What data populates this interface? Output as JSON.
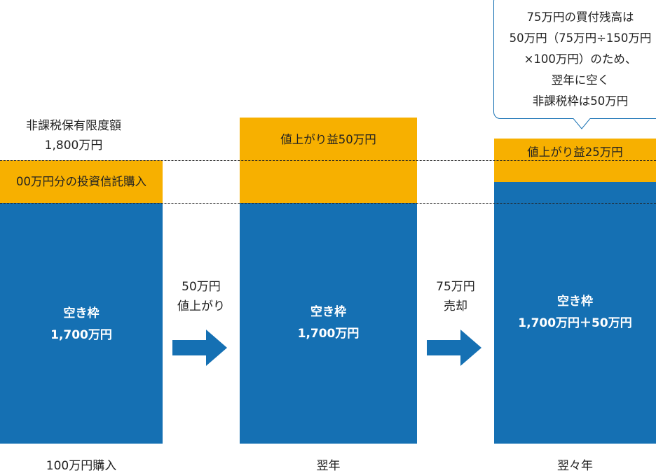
{
  "limit_label": [
    "非課税保有限度額",
    "1,800万円"
  ],
  "columns": [
    {
      "orange_label": "00万円分の投資信託購入",
      "blue_label": [
        "空き枠",
        "1,700万円"
      ],
      "bottom_label": "100万円購入"
    },
    {
      "orange_label": "値上がり益50万円",
      "blue_label": [
        "空き枠",
        "1,700万円"
      ],
      "bottom_label": "翌年"
    },
    {
      "orange_label": "値上がり益25万円",
      "blue_label": [
        "空き枠",
        "1,700万円＋50万円"
      ],
      "bottom_label": "翌々年"
    }
  ],
  "transitions": [
    {
      "label": [
        "50万円",
        "値上がり"
      ]
    },
    {
      "label": [
        "75万円",
        "売却"
      ]
    }
  ],
  "callout": [
    "75万円の買付残高は",
    "50万円（75万円÷150万円",
    "×100万円）のため、",
    "翌年に空く",
    "非課税枠は50万円"
  ],
  "colors": {
    "blue": "#1570b3",
    "orange": "#f7b000",
    "dash": "#222222"
  }
}
